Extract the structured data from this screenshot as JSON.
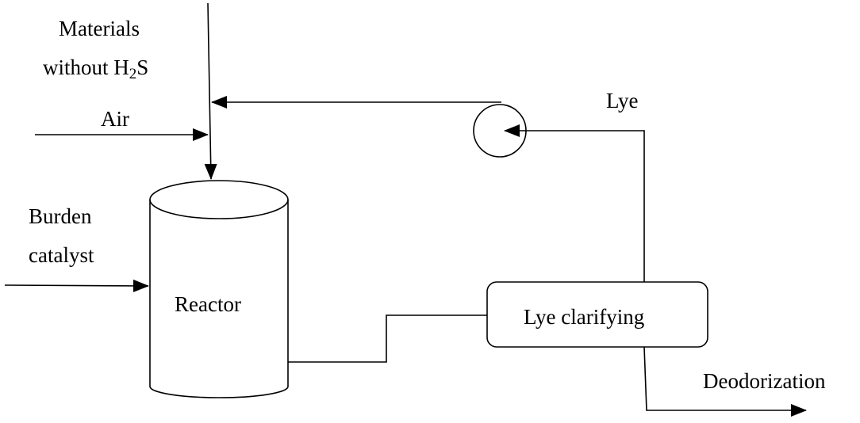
{
  "labels": {
    "materials_line1": "Materials",
    "materials_line2_prefix": "without H",
    "materials_line2_subscript": "2",
    "materials_line2_suffix": "S",
    "air": "Air",
    "burden_line1": "Burden",
    "burden_line2": "catalyst",
    "reactor": "Reactor",
    "lye": "Lye",
    "lye_clarifying": "Lye clarifying",
    "deodorization": "Deodorization"
  },
  "colors": {
    "line": "#000000",
    "background": "#ffffff"
  }
}
